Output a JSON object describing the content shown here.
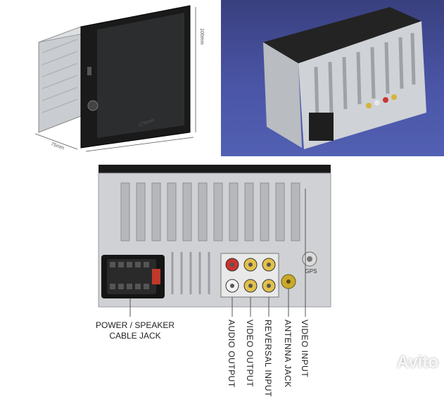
{
  "dimensions": {
    "height": "100mm",
    "width": "178mm",
    "depth": "75mm"
  },
  "connector_labels": {
    "power_speaker_line1": "POWER / SPEAKER",
    "power_speaker_line2": "CABLE JACK",
    "audio_output": "AUDIO OUTPUT",
    "video_output": "VIDEO OUTPUT",
    "reversal_input": "REVERSAL INPUT",
    "antenna_jack": "ANTENNA JACK",
    "video_input": "VIDEO INPUT",
    "gps": "GPS"
  },
  "watermark": {
    "text": "Avito"
  }
}
